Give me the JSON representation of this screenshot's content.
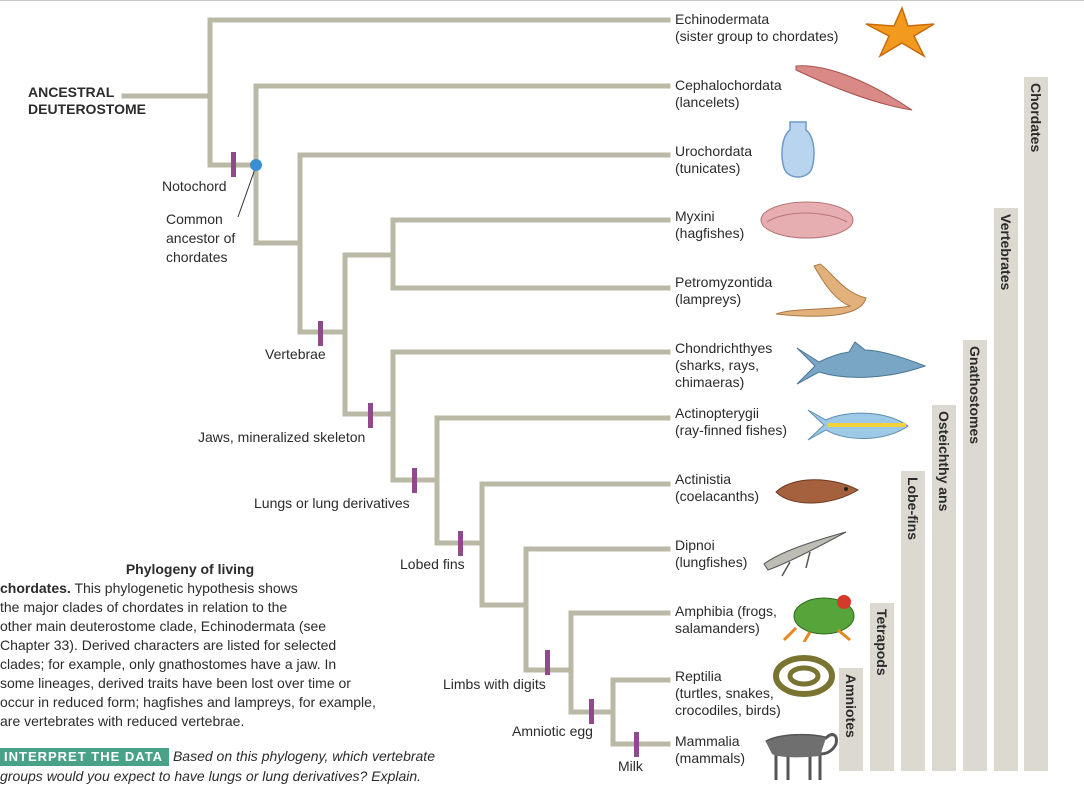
{
  "ancestor_label": [
    "ANCESTRAL",
    "DEUTEROSTOME"
  ],
  "taxa": [
    {
      "name": "Echinodermata",
      "common": "(sister group to chordates)"
    },
    {
      "name": "Cephalochordata",
      "common": "(lancelets)"
    },
    {
      "name": "Urochordata",
      "common": "(tunicates)"
    },
    {
      "name": "Myxini",
      "common": "(hagfishes)"
    },
    {
      "name": "Petromyzontida",
      "common": "(lampreys)"
    },
    {
      "name": "Chondrichthyes",
      "common": "(sharks, rays,",
      "common2": " chimaeras)"
    },
    {
      "name": "Actinopterygii",
      "common": "(ray-finned fishes)"
    },
    {
      "name": "Actinistia",
      "common": "(coelacanths)"
    },
    {
      "name": "Dipnoi",
      "common": "(lungfishes)"
    },
    {
      "name": "Amphibia (frogs,",
      "common": "salamanders)"
    },
    {
      "name": "Reptilia",
      "common": "(turtles, snakes,",
      "common2": "crocodiles, birds)"
    },
    {
      "name": "Mammalia",
      "common": "(mammals)"
    }
  ],
  "characters": {
    "notochord": "Notochord",
    "common_ancestor": [
      "Common",
      "ancestor of",
      "chordates"
    ],
    "vertebrae": "Vertebrae",
    "jaws": "Jaws, mineralized skeleton",
    "lungs": "Lungs or lung derivatives",
    "lobed_fins": "Lobed fins",
    "limbs": "Limbs with digits",
    "amniotic_egg": "Amniotic egg",
    "milk": "Milk"
  },
  "clades": {
    "chordates": "Chordates",
    "vertebrates": "Vertebrates",
    "gnathostomes": "Gnathostomes",
    "osteichthyans": "Osteichthy ans",
    "lobe_fins": "Lobe-fins",
    "tetrapods": "Tetrapods",
    "amniotes": "Amniotes"
  },
  "caption": {
    "title": "Phylogeny of living",
    "lead": "chordates.",
    "body": [
      " This phylogenetic hypothesis shows",
      "the major clades of chordates in relation to the",
      "other main deuterostome clade, Echinodermata (see",
      "Chapter 33). Derived characters are listed for selected",
      "clades; for example, only gnathostomes have a jaw. In",
      "some lineages, derived traits have been lost over time or",
      "occur in reduced form; hagfishes and lampreys, for example,",
      "are vertebrates with reduced vertebrae."
    ]
  },
  "interpret": {
    "tag": "INTERPRET THE DATA",
    "question_1": "Based on this phylogeny, which vertebrate",
    "question_2": "groups would you expect to have lungs or lung derivatives? Explain."
  },
  "colors": {
    "branch": "#b9b9a6",
    "tick": "#8e4a8c",
    "ancestor_node": "#3a8fd0",
    "clade_bar": "#dcdad0",
    "interpret_tag": "#4aa286"
  },
  "icons": [
    "starfish-icon",
    "lancelet-icon",
    "tunicate-icon",
    "hagfish-icon",
    "lamprey-icon",
    "shark-icon",
    "ray-finned-fish-icon",
    "coelacanth-icon",
    "lungfish-icon",
    "frog-icon",
    "snake-icon",
    "wildebeest-icon"
  ]
}
